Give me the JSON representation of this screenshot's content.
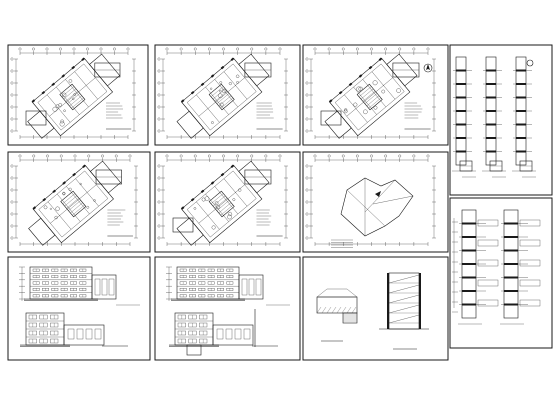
{
  "sheet": {
    "background_color": "#ffffff",
    "line_color": "#1a1a1a"
  },
  "panels": [
    {
      "id": "floor-plan-1",
      "kind": "floor-plan-rotated"
    },
    {
      "id": "floor-plan-2",
      "kind": "floor-plan-rotated"
    },
    {
      "id": "floor-plan-3",
      "kind": "floor-plan-rotated"
    },
    {
      "id": "floor-plan-4",
      "kind": "floor-plan-rotated"
    },
    {
      "id": "floor-plan-5",
      "kind": "floor-plan-rotated"
    },
    {
      "id": "roof-plan",
      "kind": "roof-plan"
    },
    {
      "id": "elevation-sheet-a",
      "kind": "elevations"
    },
    {
      "id": "elevation-sheet-b",
      "kind": "elevations"
    },
    {
      "id": "section-details",
      "kind": "section-details"
    },
    {
      "id": "wall-details-top",
      "kind": "wall-details"
    },
    {
      "id": "wall-details-bottom",
      "kind": "wall-details"
    }
  ]
}
